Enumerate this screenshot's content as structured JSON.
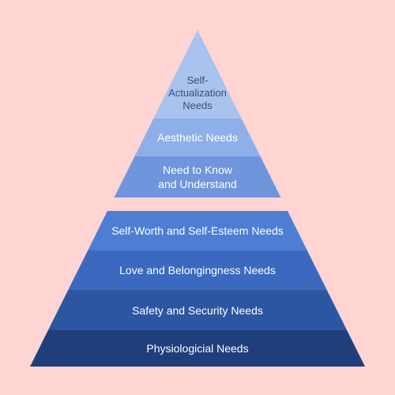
{
  "diagram": {
    "groups": [
      {
        "name": "growth-needs",
        "levels": [
          {
            "label": "Self-\nActualization\nNeeds",
            "color": "#a9c3ef",
            "text_color": "#3b4f73"
          },
          {
            "label": "Aesthetic Needs",
            "color": "#8fafe8",
            "text_color": "#ffffff"
          },
          {
            "label": "Need to Know\nand Understand",
            "color": "#6f95dc",
            "text_color": "#ffffff"
          }
        ]
      },
      {
        "name": "deficiency-needs",
        "levels": [
          {
            "label": "Self-Worth and Self-Esteem Needs",
            "color": "#4e7ed4",
            "text_color": "#ffffff"
          },
          {
            "label": "Love and Belongingness Needs",
            "color": "#3a69bf",
            "text_color": "#ffffff"
          },
          {
            "label": "Safety and Security Needs",
            "color": "#2c56a2",
            "text_color": "#ffffff"
          },
          {
            "label": "Physiologicial Needs",
            "color": "#1f3f7c",
            "text_color": "#ffffff"
          }
        ]
      }
    ]
  }
}
